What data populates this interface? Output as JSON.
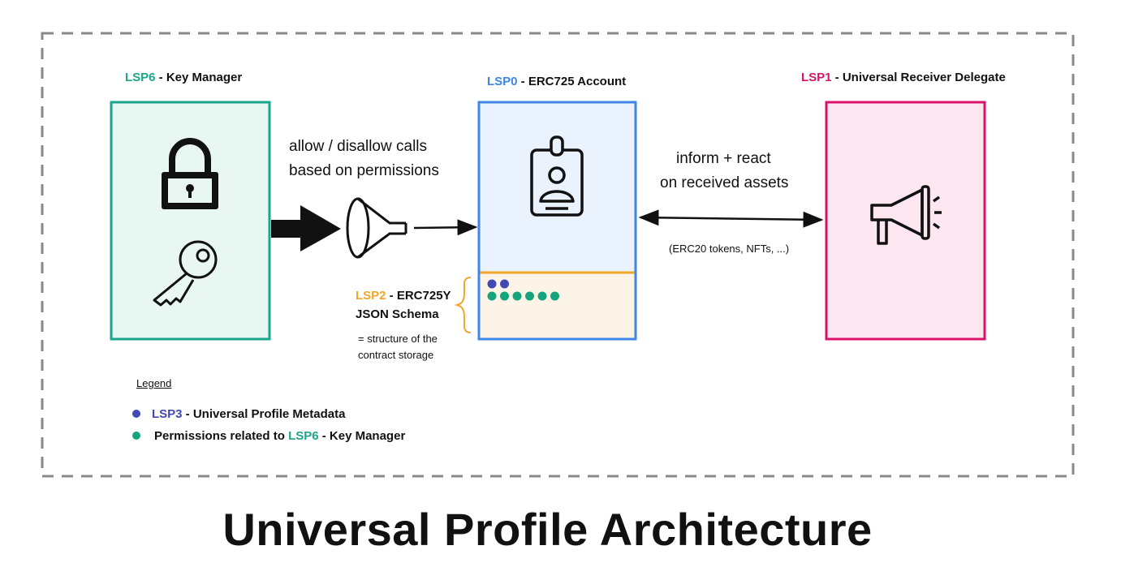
{
  "colors": {
    "green": "#1aa68a",
    "blue": "#3d86e6",
    "pink": "#d9126a",
    "orange": "#f0a62b",
    "purple": "#4349b3",
    "teal_dot": "#16a37e",
    "green_bg": "#e9f7f3",
    "blue_bg": "#eaf2fd",
    "pink_bg": "#fce7f1",
    "orange_bg": "#fdf4e8",
    "dash": "#888888"
  },
  "icons": {
    "lock": "lock-icon",
    "key": "key-icon",
    "badge": "id-badge-icon",
    "megaphone": "megaphone-icon",
    "funnel": "funnel-icon"
  },
  "lsp6": {
    "code": "LSP6",
    "name": " - Key Manager"
  },
  "lsp0": {
    "code": "LSP0",
    "name": " - ERC725 Account"
  },
  "lsp1": {
    "code": "LSP1",
    "name": " - Universal Receiver Delegate"
  },
  "lsp2": {
    "code": "LSP2",
    "name": " - ERC725Y",
    "line2": "JSON Schema",
    "note1": "= structure of the",
    "note2": "contract storage"
  },
  "filter": {
    "line1": "allow / disallow calls",
    "line2": "based on permissions"
  },
  "receiver": {
    "line1": "inform + react",
    "line2": "on received assets",
    "note": "(ERC20 tokens, NFTs, ...)"
  },
  "storage": {
    "metadata_dots": 2,
    "permission_dots": 6
  },
  "legend": {
    "title": "Legend",
    "item1_code": "LSP3",
    "item1_text": " - Universal Profile Metadata",
    "item2_pre": "Permissions related to ",
    "item2_code": "LSP6",
    "item2_text": " - Key Manager"
  },
  "title": "Universal Profile Architecture"
}
